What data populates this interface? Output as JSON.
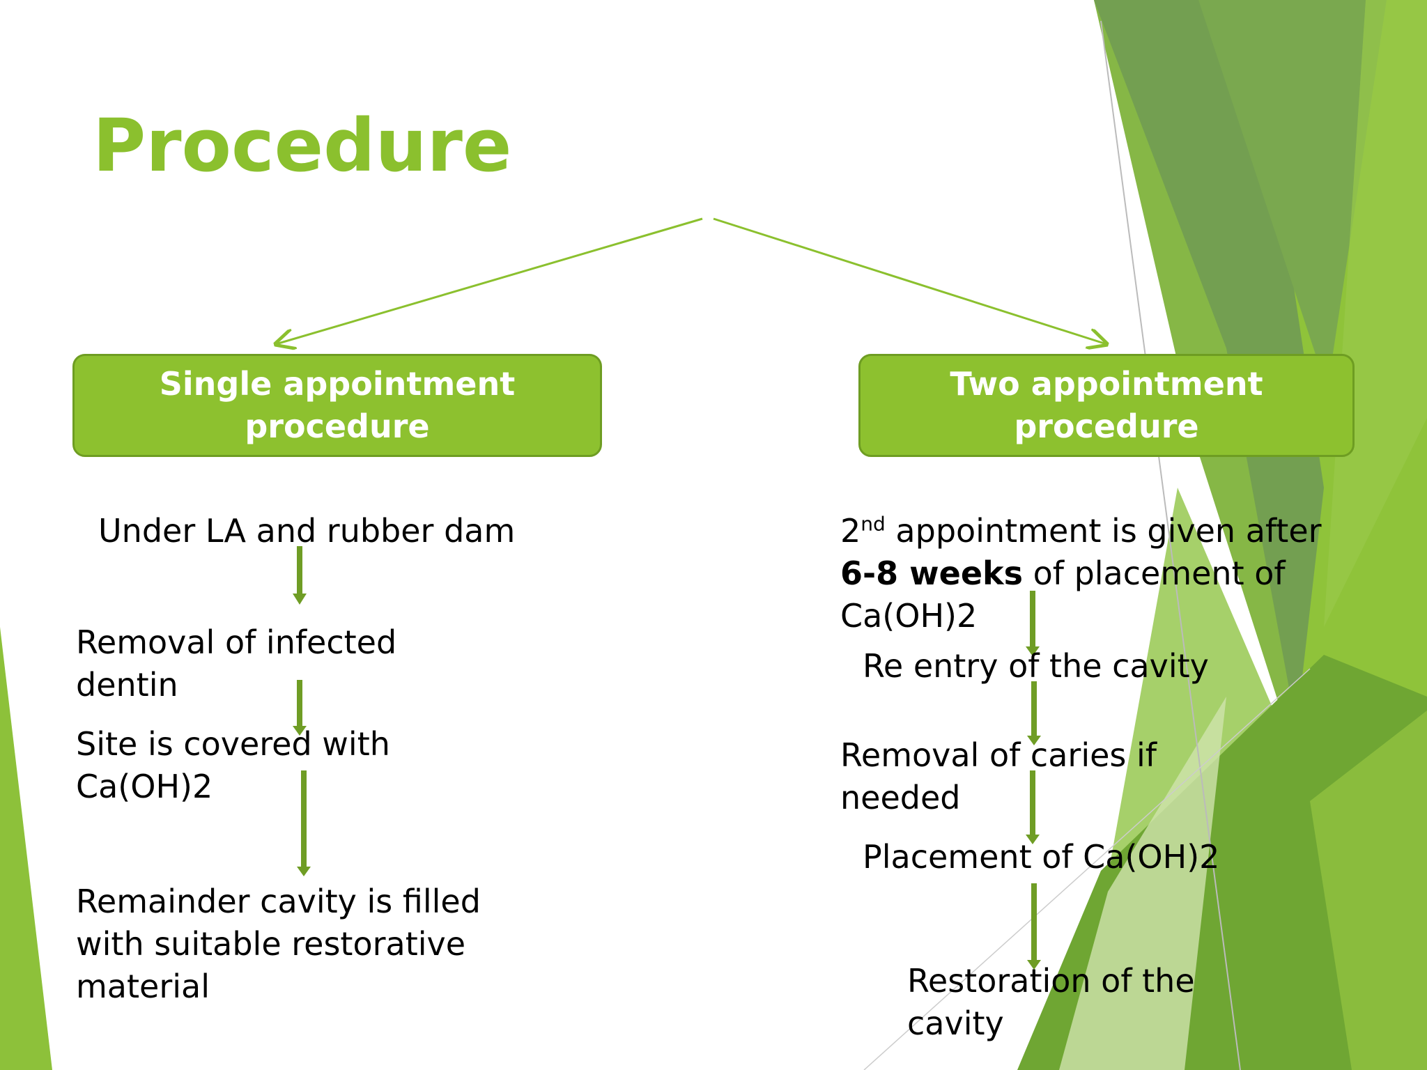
{
  "slide": {
    "title": "Procedure",
    "colors": {
      "accent": "#8bc02e",
      "box_fill": "#8dc12f",
      "box_border": "#6e9d22",
      "arrow": "#6f9d25"
    }
  },
  "left": {
    "heading": {
      "line1": "Single appointment",
      "line2": "procedure"
    },
    "steps": [
      {
        "lines": [
          "Under LA and rubber dam"
        ]
      },
      {
        "lines": [
          "Removal of infected",
          "dentin"
        ]
      },
      {
        "lines": [
          "Site is covered with",
          "Ca(OH)2"
        ]
      },
      {
        "lines": [
          "Remainder cavity is filled",
          "with suitable restorative",
          "material"
        ]
      }
    ]
  },
  "right": {
    "heading": {
      "line1": "Two appointment",
      "line2": "procedure"
    },
    "first": {
      "num": "2",
      "sup": "nd",
      "rest1": " appointment is given after",
      "bold": "6-8 weeks",
      "rest2": " of placement of",
      "line3": "Ca(OH)2"
    },
    "steps": [
      {
        "lines": [
          "Re entry of the cavity"
        ]
      },
      {
        "lines": [
          "Removal of caries if",
          "needed"
        ]
      },
      {
        "lines": [
          "Placement of Ca(OH)2"
        ]
      },
      {
        "lines": [
          "Restoration of the",
          "cavity"
        ]
      }
    ]
  }
}
